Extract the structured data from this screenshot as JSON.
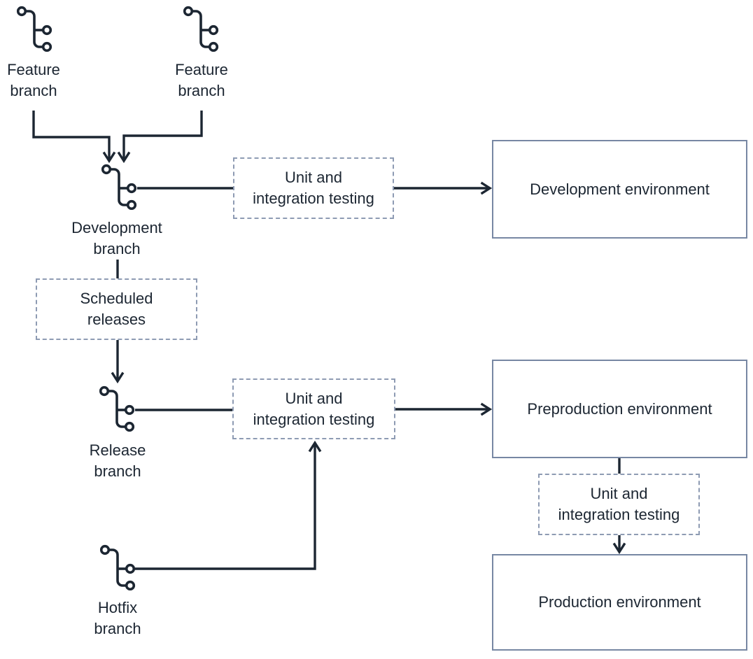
{
  "diagram": {
    "colors": {
      "background": "#ffffff",
      "line": "#1c2632",
      "text": "#1c2632",
      "dashed_box_border": "#8e9bb3",
      "solid_box_border": "#7787a3"
    },
    "branch_nodes": [
      {
        "id": "feature-branch-1",
        "icon": "git-branch-icon",
        "label": "Feature\nbranch"
      },
      {
        "id": "feature-branch-2",
        "icon": "git-branch-icon",
        "label": "Feature\nbranch"
      },
      {
        "id": "development-branch",
        "icon": "git-branch-icon",
        "label": "Development\nbranch"
      },
      {
        "id": "release-branch",
        "icon": "git-branch-icon",
        "label": "Release\nbranch"
      },
      {
        "id": "hotfix-branch",
        "icon": "git-branch-icon",
        "label": "Hotfix\nbranch"
      }
    ],
    "process_boxes": [
      {
        "id": "unit-integration-testing-dev",
        "style": "dashed",
        "label": "Unit and\nintegration testing"
      },
      {
        "id": "scheduled-releases",
        "style": "dashed",
        "label": "Scheduled\nreleases"
      },
      {
        "id": "unit-integration-testing-release",
        "style": "dashed",
        "label": "Unit and\nintegration testing"
      },
      {
        "id": "unit-integration-testing-prod",
        "style": "dashed",
        "label": "Unit and\nintegration testing"
      }
    ],
    "environment_boxes": [
      {
        "id": "development-environment",
        "style": "solid",
        "label": "Development environment"
      },
      {
        "id": "preproduction-environment",
        "style": "solid",
        "label": "Preproduction environment"
      },
      {
        "id": "production-environment",
        "style": "solid",
        "label": "Production environment"
      }
    ]
  }
}
